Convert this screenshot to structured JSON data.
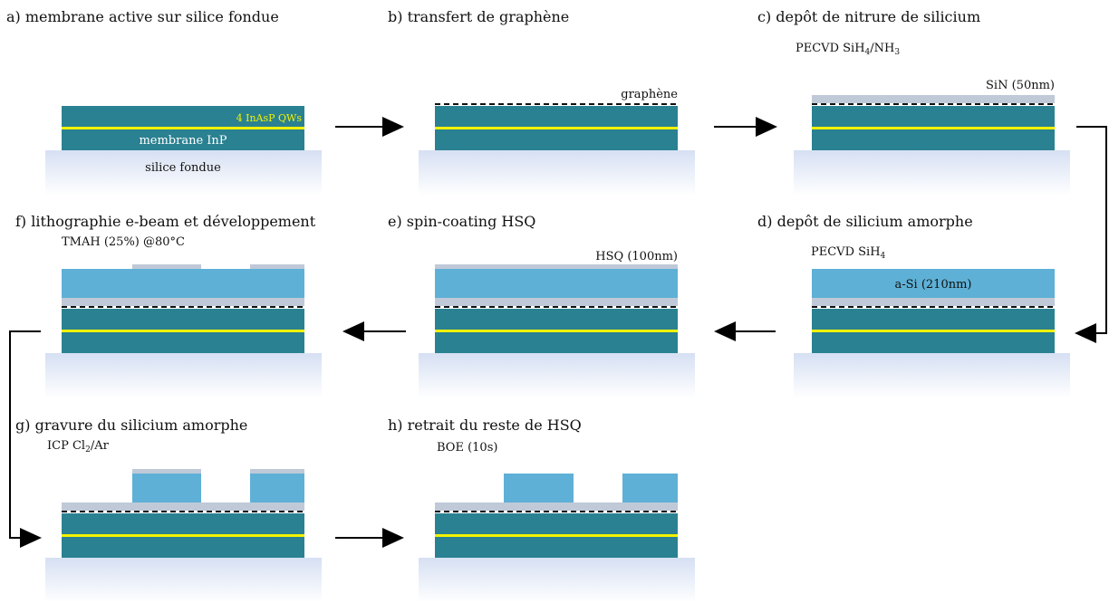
{
  "colors": {
    "substrate_top": "#d6e0f3",
    "substrate_bottom": "#ffffff",
    "membrane": "#2a8191",
    "quantum_wells": "#f2f200",
    "graphene": "#111111",
    "sin": "#bfc9d7",
    "a_si": "#5eb0d6",
    "hsq": "#bfc9d7",
    "arrow": "#000000"
  },
  "steps": {
    "a": {
      "title": "a) membrane active sur silice fondue",
      "qws": "4 InAsP QWs",
      "membrane": "membrane InP",
      "substrate": "silice fondue"
    },
    "b": {
      "title": "b) transfert de graphène",
      "graphene": "graphène"
    },
    "c": {
      "title": "c) depôt de nitrure de silicium",
      "process_main": "PECVD SiH",
      "sub1": "4",
      "sep": "/NH",
      "sub2": "3",
      "sin": "SiN (50nm)"
    },
    "d": {
      "title": "d) depôt de silicium amorphe",
      "process_main": "PECVD SiH",
      "sub1": "4",
      "a_si": "a-Si (210nm)"
    },
    "e": {
      "title": "e) spin-coating HSQ",
      "hsq": "HSQ (100nm)"
    },
    "f": {
      "title": "f) lithographie e-beam et développement",
      "process": "TMAH (25%) @80°C"
    },
    "g": {
      "title": "g) gravure du silicium amorphe",
      "process_main": "ICP Cl",
      "sub1": "2",
      "rest": "/Ar"
    },
    "h": {
      "title": "h) retrait du reste de HSQ",
      "process": "BOE (10s)"
    }
  }
}
